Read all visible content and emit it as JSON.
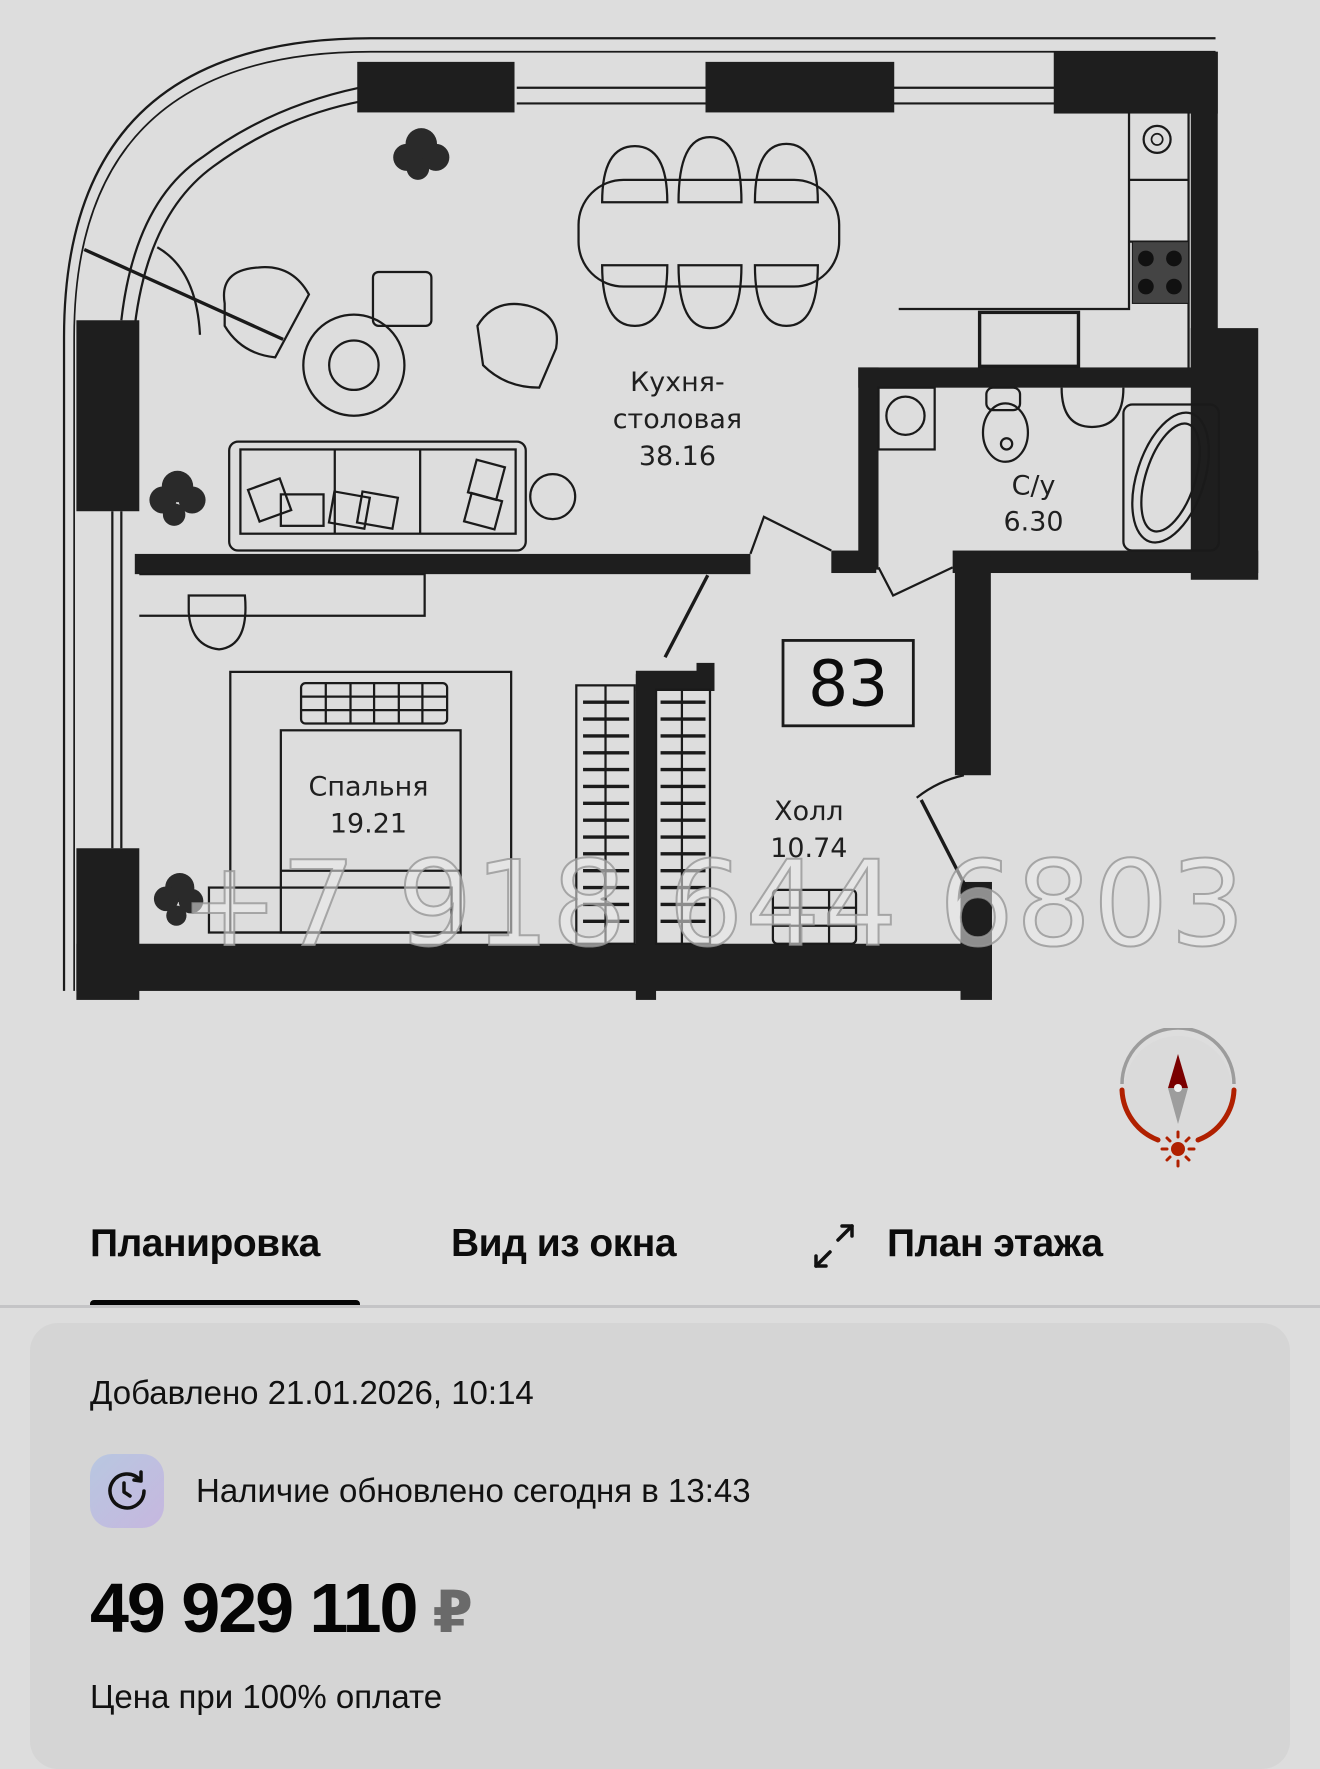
{
  "floor_plan": {
    "apartment_number": "83",
    "rooms": [
      {
        "name": "Кухня-",
        "name2": "столовая",
        "area": "38.16"
      },
      {
        "name": "С/у",
        "area": "6.30"
      },
      {
        "name": "Спальня",
        "area": "19.21"
      },
      {
        "name": "Холл",
        "area": "10.74"
      }
    ],
    "watermark": "+7 918 644 6803",
    "compass_icon": "compass-sun-icon"
  },
  "tabs": [
    {
      "label": "Планировка",
      "active": true
    },
    {
      "label": "Вид из окна",
      "active": false
    },
    {
      "label": "План этажа",
      "active": false,
      "icon": "expand-icon"
    }
  ],
  "info": {
    "added": "Добавлено 21.01.2026, 10:14",
    "availability": "Наличие обновлено сегодня в 13:43",
    "availability_icon": "clock-refresh-icon",
    "price": "49 929 110",
    "currency": "₽",
    "price_note": "Цена при 100% оплате"
  },
  "colors": {
    "background": "#dddddd",
    "card": "#d5d5d5",
    "wall": "#1e1e1e",
    "compass_red": "#b02000",
    "compass_needle": "#7a0000"
  }
}
